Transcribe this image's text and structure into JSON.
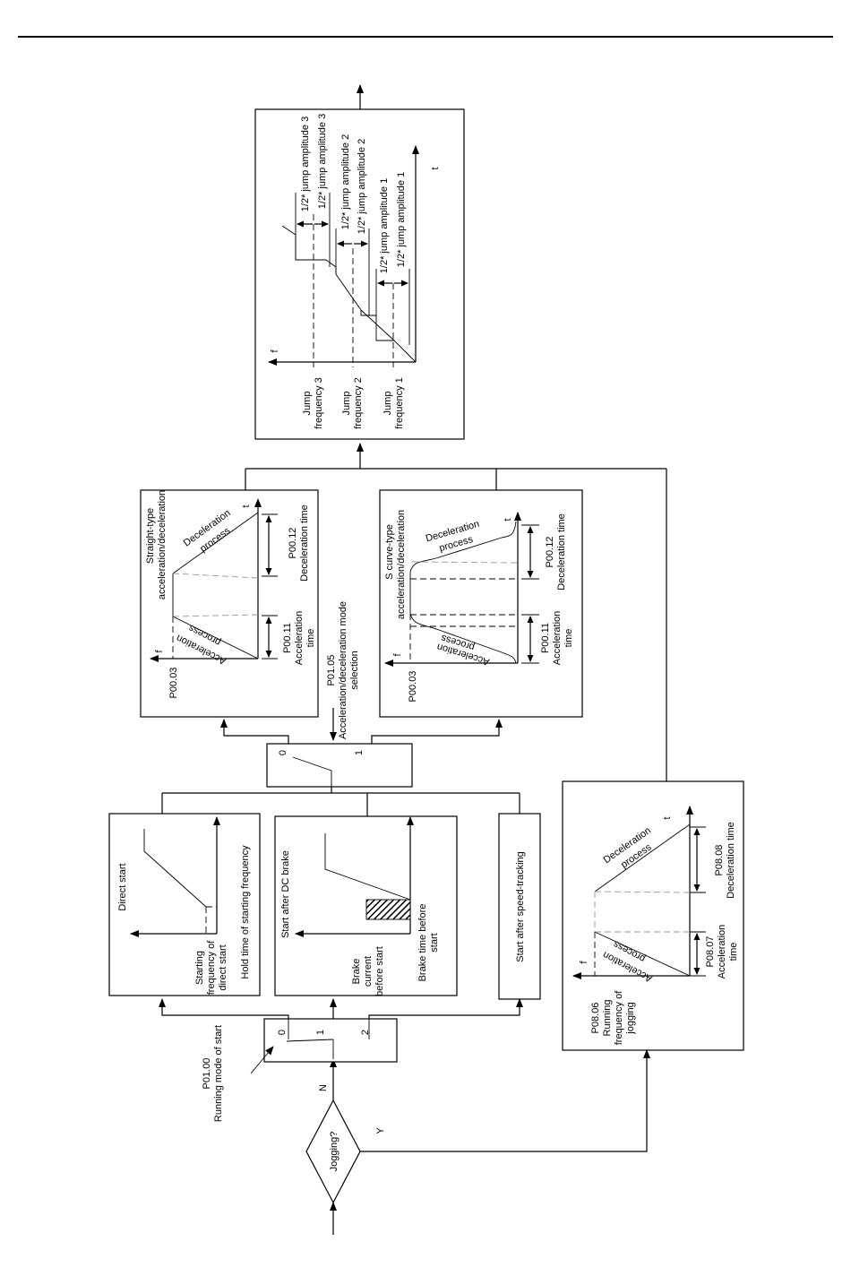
{
  "decision": {
    "label": "Jogging?",
    "no": "N",
    "yes": "Y"
  },
  "start_mode": {
    "param": "P01.00",
    "name": "Running mode of start",
    "opt0": "0",
    "opt1": "1",
    "opt2": "2"
  },
  "direct_start": {
    "title": "Direct start",
    "label1a": "Starting",
    "label1b": "frequency of",
    "label1c": "direct start",
    "label2": "Hold time of starting frequency"
  },
  "dc_brake_start": {
    "title": "Start after DC brake",
    "label1a": "Brake",
    "label1b": "current",
    "label1c": "before start",
    "label2a": "Brake time before",
    "label2b": "start"
  },
  "speed_tracking": {
    "title": "Start after speed-tracking"
  },
  "accdec_mode": {
    "param": "P01.05",
    "name1": "Acceleration/deceleration mode",
    "name2": "selection",
    "opt0": "0",
    "opt1": "1"
  },
  "straight": {
    "title1": "Straight-type",
    "title2": "acceleration/deceleration",
    "decel1": "Deceleration",
    "decel2": "process",
    "accel1": "Acceleration",
    "accel2": "process",
    "t": "t",
    "f": "f",
    "p_freq": "P00.03",
    "p_acc": "P00.11",
    "acc_label": "Acceleration",
    "acc_label2": "time",
    "p_dec": "P00.12",
    "dec_label": "Deceleration time"
  },
  "scurve": {
    "title1": "S curve-type",
    "title2": "acceleration/deceleration",
    "decel1": "Deceleration",
    "decel2": "process",
    "accel1": "Acceleration",
    "accel2": "process",
    "t": "t",
    "f": "f",
    "p_freq": "P00.03",
    "p_acc": "P00.11",
    "acc_label": "Acceleration",
    "acc_label2": "time",
    "p_dec": "P00.12",
    "dec_label": "Deceleration time"
  },
  "jogging": {
    "decel1": "Deceleration",
    "decel2": "process",
    "accel1": "Acceleration",
    "accel2": "process",
    "t": "t",
    "f": "f",
    "p_freq": "P08.06",
    "freq1": "Running",
    "freq2": "frequency of",
    "freq3": "jogging",
    "p_acc": "P08.07",
    "acc1": "Acceleration",
    "acc2": "time",
    "p_dec": "P08.08",
    "dec_label": "Deceleration time"
  },
  "jump": {
    "f": "f",
    "t": "t",
    "jf1a": "Jump",
    "jf1b": "frequency 1",
    "jf2a": "Jump",
    "jf2b": "frequency 2",
    "jf3a": "Jump",
    "jf3b": "frequency 3",
    "amp1": "1/2* jump amplitude 1",
    "amp2": "1/2* jump amplitude 2",
    "amp3": "1/2* jump amplitude 3"
  }
}
